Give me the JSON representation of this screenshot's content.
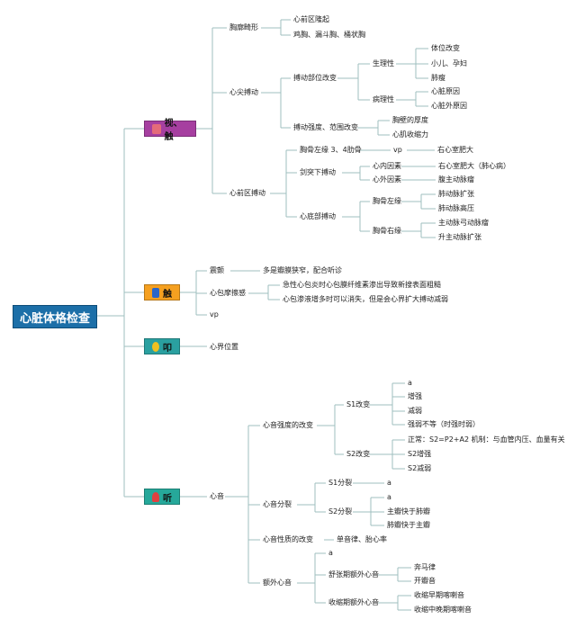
{
  "root": {
    "label": "心脏体格检查",
    "color": "#1c6fa8"
  },
  "categories": [
    {
      "label": "视、触",
      "color": "#a63fa0",
      "icon": "touch-hand-icon"
    },
    {
      "label": "触",
      "color": "#f5a020",
      "icon": "square-icon"
    },
    {
      "label": "叩",
      "color": "#2aa0a0",
      "icon": "knock-icon"
    },
    {
      "label": "听",
      "color": "#26a89a",
      "icon": "headphone-icon"
    }
  ],
  "nodes": {
    "n1": "胸廓畸形",
    "n1a": "心前区隆起",
    "n1b": "鸡胸、漏斗胸、桶状胸",
    "n2": "心尖搏动",
    "n2a": "搏动部位改变",
    "n2a1": "生理性",
    "n2a1a": "体位改变",
    "n2a1b": "小儿、孕妇",
    "n2a1c": "肺瘦",
    "n2a2": "病理性",
    "n2a2a": "心脏原因",
    "n2a2b": "心脏外原因",
    "n2b": "搏动强度、范围改变",
    "n2b1": "胸壁的厚度",
    "n2b2": "心肌收缩力",
    "n3": "心前区搏动",
    "n3a": "胸骨左缘 3、4肋骨",
    "n3a1": "vp",
    "n3a2": "右心室肥大",
    "n3b": "剑突下搏动",
    "n3b1": "心内因素",
    "n3b1a": "右心室肥大（肺心病）",
    "n3b2": "心外因素",
    "n3b2a": "腹主动脉瘤",
    "n3c": "心底部搏动",
    "n3c1": "胸骨左缘",
    "n3c1a": "肺动脉扩张",
    "n3c1b": "肺动脉高压",
    "n3c2": "胸骨右缘",
    "n3c2a": "主动脉弓动脉瘤",
    "n3c2b": "升主动脉扩张",
    "t1": "震颤",
    "t1a": "多是瓣膜狭窄，配合听诊",
    "t2": "心包摩擦感",
    "t2a": "急性心包炎时心包膜纤维素渗出导致新搜表面粗糙",
    "t2b": "心包渗液增多时可以消失，但是会心界扩大搏动减弱",
    "t3": "vp",
    "k1": "心界位置",
    "a1": "心音",
    "a1a": "心音强度的改变",
    "a1a1": "S1改变",
    "a1a1a": "a",
    "a1a1b": "增强",
    "a1a1c": "减弱",
    "a1a1d": "强弱不等（时强时弱）",
    "a1a2": "S2改变",
    "a1a2a": "正常：S2=P2+A2 机制：与血管内压、血量有关",
    "a1a2b": "S2增强",
    "a1a2c": "S2减弱",
    "a1b": "心音分裂",
    "a1b1": "S1分裂",
    "a1b1a": "a",
    "a1b2": "S2分裂",
    "a1b2a": "a",
    "a1b2b": "主瓣快于肺瓣",
    "a1b2c": "肺瓣快于主瓣",
    "a1c": "心音性质的改变",
    "a1c1": "单音律、胎心率",
    "a1d": "额外心音",
    "a1d1": "a",
    "a1d2": "舒张期额外心音",
    "a1d2a": "奔马律",
    "a1d2b": "开瓣音",
    "a1d3": "收缩期额外心音",
    "a1d3a": "收缩早期喀喇音",
    "a1d3b": "收缩中晚期喀喇音"
  }
}
